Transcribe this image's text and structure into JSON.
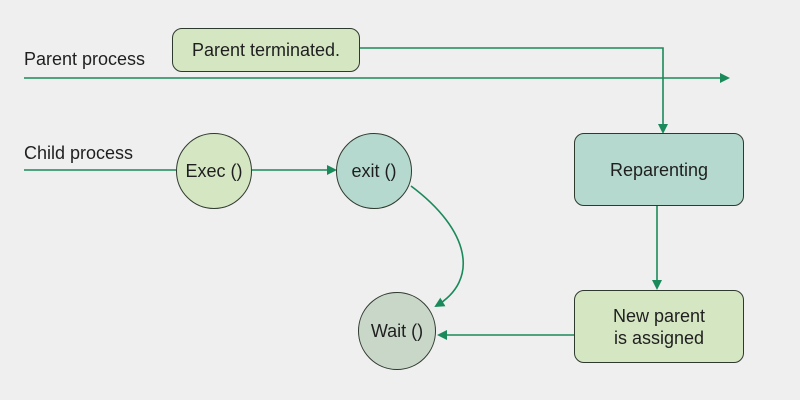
{
  "lanes": {
    "parent_label": "Parent process",
    "child_label": "Child process"
  },
  "nodes": {
    "parent_terminated": "Parent terminated.",
    "exec": "Exec ()",
    "exit": "exit ()",
    "reparenting": "Reparenting",
    "new_parent_line1": "New parent",
    "new_parent_line2": "is assigned",
    "wait": "Wait ()"
  },
  "colors": {
    "background": "#efefef",
    "arrow": "#1a8a5a",
    "light_green_fill": "#d5e6c3",
    "teal_fill": "#b5d9ce",
    "sage_fill": "#c9d7c9",
    "outline": "#2f3a2f"
  }
}
